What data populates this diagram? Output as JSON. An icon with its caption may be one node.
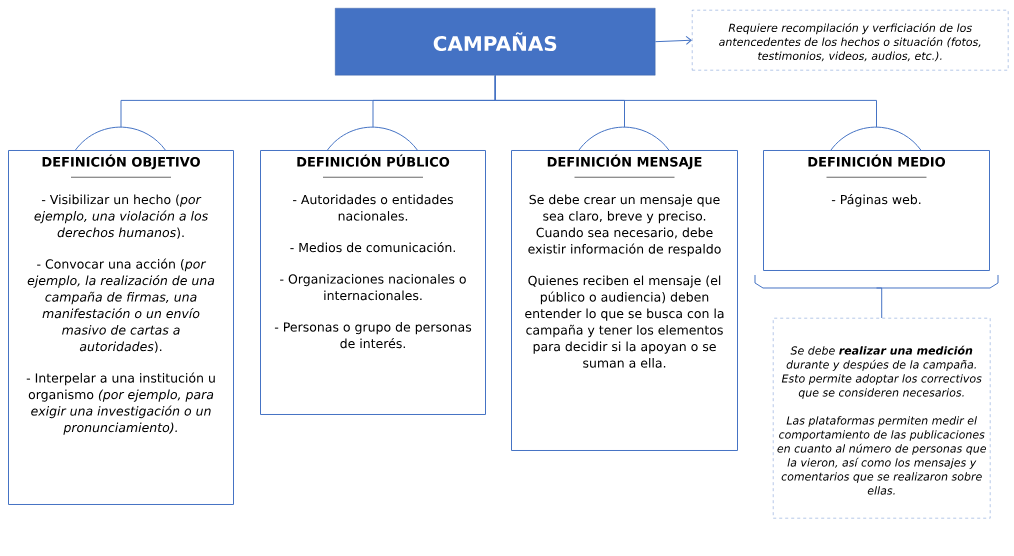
{
  "diagram": {
    "nodes": [
      {
        "text": [
          "CAMPAÑAS"
        ]
      },
      {
        "text": [
          "Requiere recompilación y verficiación de los antencedentes de los hechos o situación (fotos, testimonios, videos, audios, etc.)."
        ]
      },
      {
        "text": [
          "DEFINICIÓN OBJETIVO",
          "- Visibilizar un hecho (*por ejemplo, una violación a los derechos humanos*).",
          "- Convocar una acción (*por ejemplo, la realización de una campaña de firmas, una manifestación o un envío masivo de cartas a autoridades*).",
          "- Interpelar a una institución u organismo *(por ejemplo, para exigir una investigación o un pronunciamiento).*"
        ]
      },
      {
        "text": [
          "DEFINICIÓN PÚBLICO",
          "- Autoridades o entidades nacionales.",
          "- Medios de comunicación.",
          "- Organizaciones nacionales o internacionales.",
          "- Personas o grupo de personas de interés."
        ]
      },
      {
        "text": [
          "DEFINICIÓN MENSAJE",
          "Se debe crear un mensaje que sea claro, breve y preciso. Cuando sea necesario, debe existir información de respaldo",
          "Quienes reciben el mensaje (el público o audiencia) deben entender lo que se busca con la campaña y tener los elementos para decidir si la apoyan o se suman a ella."
        ]
      },
      {
        "text": [
          "DEFINICIÓN MEDIO",
          "- Páginas web."
        ]
      },
      {
        "text": [
          "Se debe **realizar una medición** durante y despúes de la campaña. Esto permite adoptar los correctivos que se consideren necesarios.",
          "Las plataformas permiten medir el comportamiento de las publicaciones en cuanto al número de personas que la vieron, así como los mensajes y comentarios que se realizaron sobre ellas."
        ]
      }
    ],
    "edges": [
      {
        "from": 0,
        "to": 1,
        "arrow": "to"
      },
      {
        "from": 0,
        "to": 2,
        "arrow": "none"
      },
      {
        "from": 0,
        "to": 3,
        "arrow": "none"
      },
      {
        "from": 0,
        "to": 4,
        "arrow": "none"
      },
      {
        "from": 0,
        "to": 5,
        "arrow": "none"
      },
      {
        "from": 5,
        "to": 6,
        "arrow": "none"
      }
    ]
  }
}
